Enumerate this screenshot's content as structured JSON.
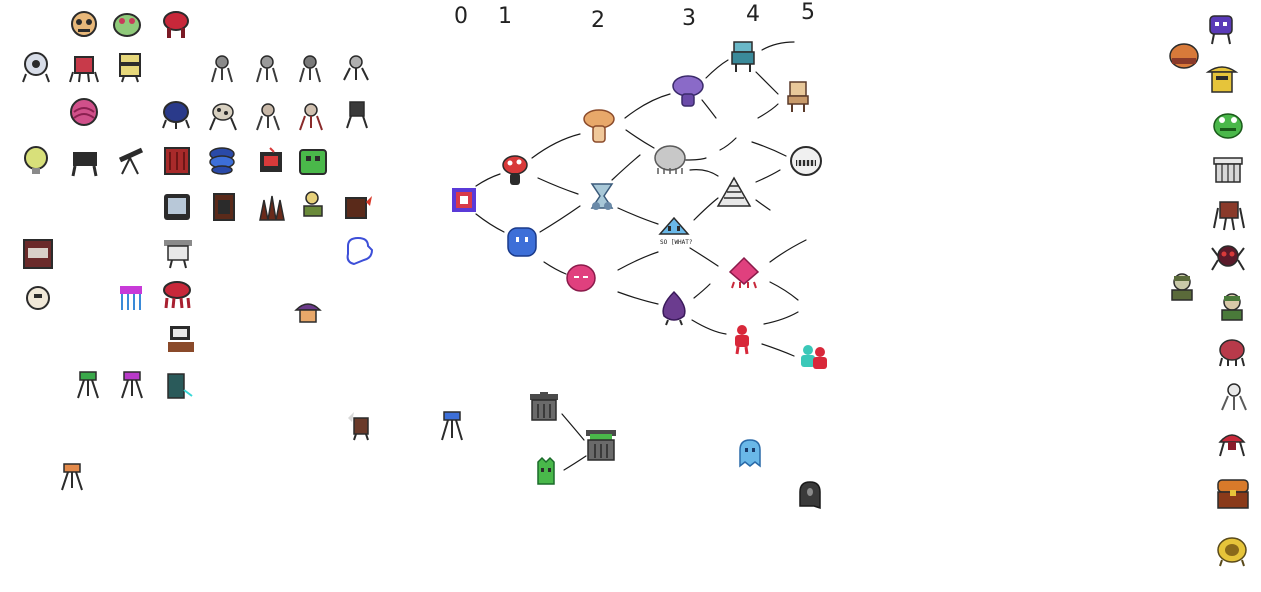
{
  "column_labels": [
    "0",
    "1",
    "2",
    "3",
    "4",
    "5"
  ],
  "node_caption": "SO [WHAT?",
  "colors": {
    "background": "#ffffff",
    "line": "#1a1a1a",
    "sprite_dark": "#2b2b2b",
    "sprite_red": "#c8283a",
    "sprite_pink": "#e0407e",
    "sprite_purple": "#6b3c8f",
    "sprite_blue": "#3d6fd8",
    "sprite_green": "#49b84a",
    "sprite_orange": "#e48a4a",
    "sprite_grey": "#9a9a9a",
    "sprite_yellow": "#e6c43a"
  },
  "icons": [
    "skull-gear-icon",
    "frog-badge-icon",
    "red-crab-robot-icon",
    "eyeball-walker-icon",
    "red-spider-bot-icon",
    "striped-mask-bot-icon",
    "grey-walker-icon",
    "grey-walker-icon",
    "grey-walker-icon",
    "skeleton-walker-icon",
    "pink-brain-bot-icon",
    "blue-tick-bug-icon",
    "spotted-walker-icon",
    "pale-walker-icon",
    "pale-walker-icon",
    "dark-walker-icon",
    "lightbulb-bot-icon",
    "black-dog-mech-icon",
    "telescope-icon",
    "red-cabinet-icon",
    "blue-stack-bot-icon",
    "red-box-bot-icon",
    "green-tv-bot-icon",
    "crt-tv-icon",
    "brown-drum-icon",
    "brown-roots-icon",
    "flower-pot-icon",
    "forge-bot-icon",
    "neon-sign-icon",
    "white-hat-robot-icon",
    "blue-outline-blob-icon",
    "onion-bot-icon",
    "glitch-squid-icon",
    "red-tentacle-icon",
    "purple-hat-robot-icon",
    "computer-desk-icon",
    "green-tripod-icon",
    "purple-tripod-icon",
    "teal-tripod-icon",
    "feather-beast-icon",
    "blue-tripod-icon",
    "orange-tripod-icon",
    "red-purple-square-icon",
    "mushroom-red-icon",
    "mushroom-orange-icon",
    "mushroom-purple-icon",
    "cyan-robot-icon",
    "blue-slime-icon",
    "crystal-bot-icon",
    "grey-cloud-icon",
    "tan-robot-icon",
    "pink-slime-icon",
    "doll-icon",
    "spiral-shell-icon",
    "teeth-monster-icon",
    "purple-onion-icon",
    "pink-squid-icon",
    "red-figure-icon",
    "two-figures-icon",
    "trash-can-icon",
    "trash-can-monster-icon",
    "green-plant-monster-icon",
    "blue-ghost-icon",
    "dark-ghost-icon",
    "purple-robot-icon",
    "orange-beetle-icon",
    "yellow-robot-icon",
    "green-frog-icon",
    "white-bowl-icon",
    "dark-brown-beetle-icon",
    "dark-spider-icon",
    "green-soldier-icon",
    "green-soldier-icon",
    "red-crab-icon",
    "bone-spider-icon",
    "red-cannon-icon",
    "treasure-chest-icon",
    "gold-shell-icon"
  ]
}
